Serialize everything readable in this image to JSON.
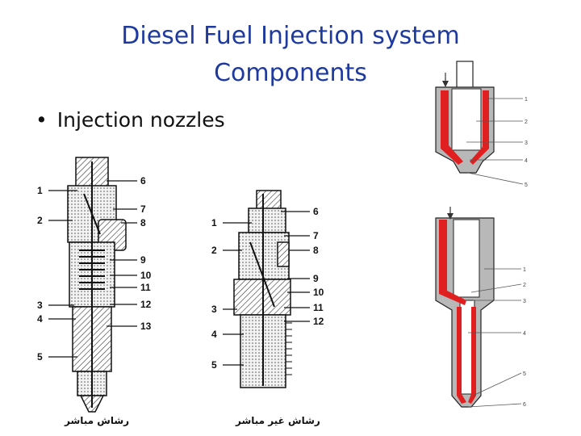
{
  "title_line1": "Diesel  Fuel  Injection system",
  "title_line2": "Components",
  "bullet": "Injection nozzles",
  "caption_left": "رشاش مباشر",
  "caption_middle": "رشاش غير مباشر",
  "left_nozzle_labels": {
    "left": [
      "1",
      "2",
      "3",
      "4",
      "5"
    ],
    "right": [
      "6",
      "7",
      "8",
      "9",
      "10",
      "11",
      "12",
      "13"
    ]
  },
  "middle_nozzle_labels": {
    "left": [
      "1",
      "2",
      "3",
      "4",
      "5"
    ],
    "right": [
      "6",
      "7",
      "8",
      "9",
      "10",
      "11",
      "12"
    ]
  },
  "top_right_labels": [
    "1",
    "2",
    "3",
    "4",
    "5"
  ],
  "bottom_right_labels": [
    "1",
    "2",
    "3",
    "4",
    "5",
    "6"
  ],
  "colors": {
    "title": "#1f3a9e",
    "fuel_passage": "#e02020",
    "body": "#b8b8b8"
  }
}
